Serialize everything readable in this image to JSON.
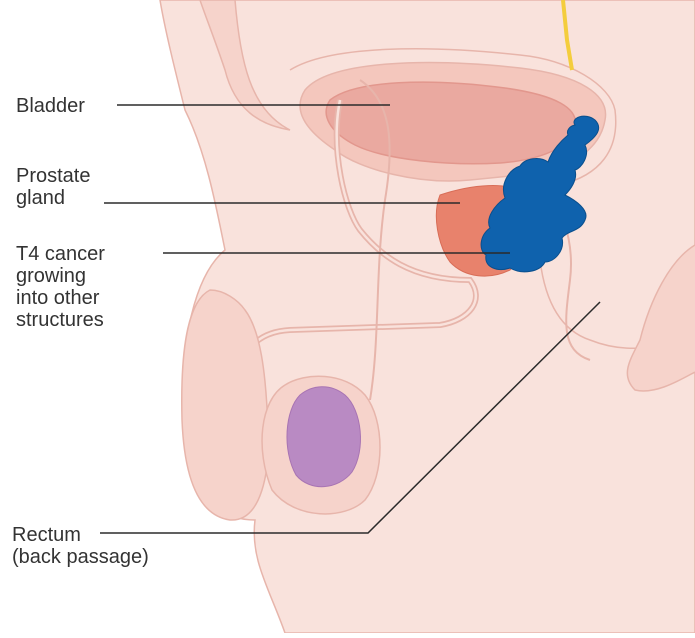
{
  "labels": {
    "bladder": {
      "text": "Bladder"
    },
    "prostate": {
      "line1": "Prostate",
      "line2": "gland"
    },
    "t4": {
      "line1": "T4 cancer",
      "line2": "growing",
      "line3": "into other",
      "line4": "structures"
    },
    "rectum": {
      "line1": "Rectum",
      "line2": "(back passage)"
    }
  },
  "colors": {
    "skin": "#f9e2dc",
    "skin_outline": "#e7b5ab",
    "bladder_fill": "#eaa9a0",
    "prostate": "#e8826c",
    "tumour": "#0f62ad",
    "testis": "#b98ac3",
    "nerve": "#f4cd3d",
    "pointer_line": "#2b2b2b",
    "text": "#333333"
  }
}
